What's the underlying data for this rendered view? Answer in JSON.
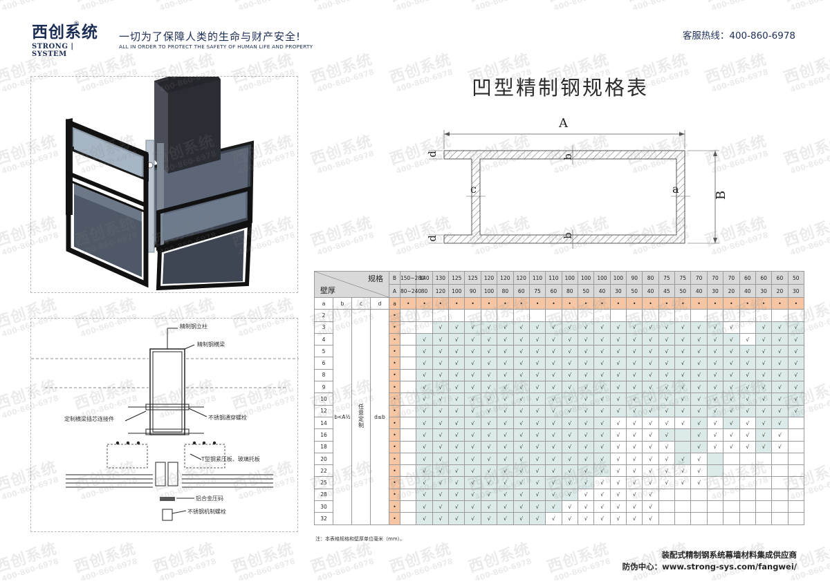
{
  "brand": {
    "logo_cn": "西创系统",
    "registered": "®",
    "logo_en": "STRONG | SYSTEM",
    "slogan_cn": "一切为了保障人类的生命与财产安全!",
    "slogan_en": "ALL IN ORDER TO PROTECT THE SAFETY OF HUMAN LIFE AND PROPERTY",
    "hotline": "客服热线：400-860-6978",
    "color": "#1c2d55"
  },
  "title": "凹型精制钢规格表",
  "diagram": {
    "labels": {
      "A": "A",
      "B": "B",
      "a": "a",
      "b_top": "b",
      "b_bottom": "b",
      "c": "c",
      "d_top": "d",
      "d_bottom": "d"
    }
  },
  "detail": {
    "labels": [
      "精制钢立柱",
      "精制钢横梁",
      "定制横梁插芯连接件",
      "不锈钢通穿螺栓",
      "T型钢紧压板、玻璃托板",
      "铝合金压码",
      "不锈钢机制螺栓"
    ]
  },
  "table": {
    "corner_top": "规格",
    "corner_bottom": "壁厚",
    "row_B_label": "B",
    "row_A_label": "A",
    "B": [
      "150~280",
      "140",
      "130",
      "125",
      "125",
      "120",
      "120",
      "120",
      "110",
      "110",
      "100",
      "100",
      "100",
      "100",
      "90",
      "80",
      "75",
      "75",
      "70",
      "70",
      "70",
      "60",
      "60",
      "60",
      "50"
    ],
    "A": [
      "80~240",
      "80",
      "120",
      "100",
      "90",
      "100",
      "80",
      "60",
      "75",
      "60",
      "80",
      "50",
      "40",
      "30",
      "50",
      "40",
      "45",
      "50",
      "40",
      "30",
      "20",
      "40",
      "30",
      "20",
      "30"
    ],
    "label_cols": [
      "a",
      "b",
      "c",
      "d"
    ],
    "dot": "•",
    "check": "√",
    "b_rule": "b<A½",
    "c_rule": "任意定制",
    "d_rule": "d≤b",
    "thickness": [
      "2",
      "3",
      "4",
      "5",
      "6",
      "8",
      "9",
      "10",
      "12",
      "14",
      "16",
      "18",
      "20",
      "22",
      "25",
      "28",
      "30",
      "32"
    ],
    "rows": [
      "0000000000000000000000000",
      "0011111111111111111110111",
      "0111111111111111111111111",
      "0111111111111111111111111",
      "0111111111111111111111111",
      "0111111111111111111111111",
      "0111111111111111111111111",
      "0111111111111111111111111",
      "0111111111111111111111111",
      "0111111111111111111111110",
      "0111111111111111101111110",
      "0111111111111111101111110",
      "0111111111111111111000000",
      "0111111111111111111000000",
      "0111111111111111111000000",
      "0111111111111111000000000",
      "0111111111111111000000000",
      "0111111111111111000000000"
    ],
    "marked": [
      "0000000000000000000000000",
      "0011111111111111111100111",
      "0111111111111111111110111",
      "0111111111111111111111111",
      "0111111111111111111111111",
      "0111111111111111111111111",
      "0111111111111111111111111",
      "0111111111111111111111111",
      "0111111111111111111111111",
      "0111111111111000001010110",
      "0111111111111000111000100",
      "0111111111111000011000100",
      "0111111111111000010100000",
      "0111111111111000000100000",
      "0111111111110000000000000",
      "0111111111100000000000000",
      "0111111111000000000000000",
      "0111111110000000000000000"
    ],
    "note": "注：本表格规格和壁厚单位毫米（mm）。"
  },
  "footer": {
    "line1": "装配式精制钢系统幕墙材料集成供应商",
    "line2": "防伪中心：www.strong-sys.com/fangwei/"
  },
  "watermark": {
    "cn": "西创系统",
    "phone": "400-860-6978"
  },
  "colors": {
    "check_fill": "#dcebea",
    "dot_fill": "#f6c6a4",
    "header_fill": "#d9d9d9"
  }
}
